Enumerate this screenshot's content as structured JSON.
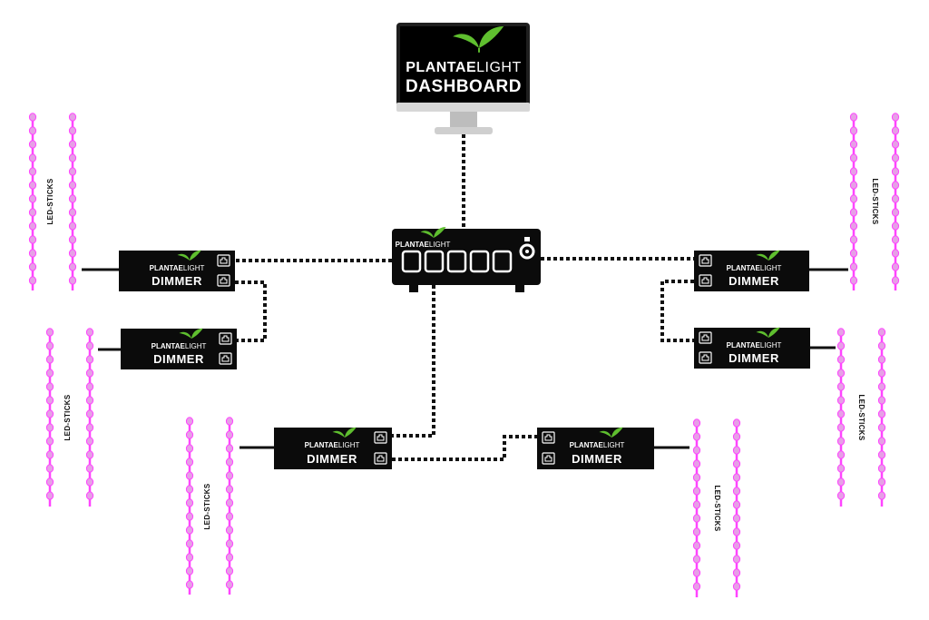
{
  "colors": {
    "device": "#0b0b0b",
    "led_core": "#ff44ff",
    "led_glow": "#e6a0e6",
    "leaf": "#5fbf2f",
    "wire": "#111111"
  },
  "brand": {
    "part1": "PLANTAE",
    "part2": "LIGHT"
  },
  "dashboard": {
    "label": "DASHBOARD"
  },
  "dimmer": {
    "label": "DIMMER"
  },
  "led_sticks": {
    "label": "LED-STICKS"
  },
  "icons": [
    "leaf-icon",
    "port-icon"
  ]
}
